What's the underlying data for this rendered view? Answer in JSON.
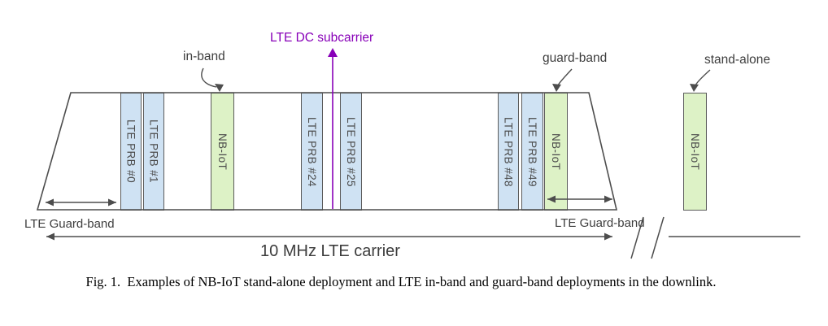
{
  "figure": {
    "caption": "Fig. 1.  Examples of NB-IoT stand-alone deployment and LTE in-band and guard-band deployments in the downlink."
  },
  "annotations": {
    "in_band": "in-band",
    "dc_subcarrier": "LTE DC subcarrier",
    "guard_band": "guard-band",
    "stand_alone": "stand-alone"
  },
  "measurements": {
    "guard_band_left": "LTE Guard-band",
    "guard_band_right": "LTE Guard-band",
    "carrier_width": "10 MHz LTE carrier"
  },
  "bars": [
    {
      "id": "lte-prb-0",
      "label": "LTE PRB #0",
      "type": "lte-prb"
    },
    {
      "id": "lte-prb-1",
      "label": "LTE PRB #1",
      "type": "lte-prb"
    },
    {
      "id": "nbiot-in-band",
      "label": "NB-IoT",
      "type": "nb-iot"
    },
    {
      "id": "lte-prb-24",
      "label": "LTE PRB #24",
      "type": "lte-prb"
    },
    {
      "id": "lte-prb-25",
      "label": "LTE PRB #25",
      "type": "lte-prb"
    },
    {
      "id": "lte-prb-48",
      "label": "LTE PRB #48",
      "type": "lte-prb"
    },
    {
      "id": "lte-prb-49",
      "label": "LTE PRB #49",
      "type": "lte-prb"
    },
    {
      "id": "nbiot-guard-band",
      "label": "NB-IoT",
      "type": "nb-iot"
    },
    {
      "id": "nbiot-stand-alone",
      "label": "NB-IoT",
      "type": "nb-iot"
    }
  ],
  "colors": {
    "prb_fill": "#cfe2f3",
    "nbiot_fill": "#ddf2c6",
    "outline": "#5b5b5b",
    "line": "#4d4d4d",
    "text": "#3d3d3d",
    "dc_purple": "#8800B8"
  }
}
